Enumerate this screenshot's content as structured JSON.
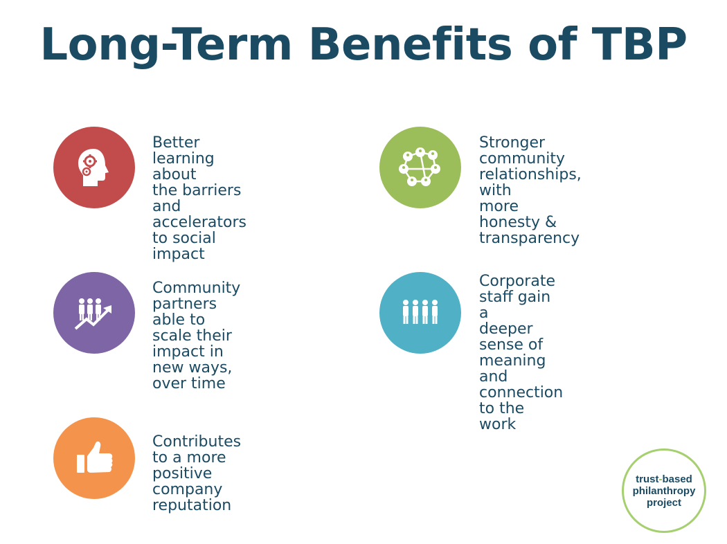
{
  "title": "Long-Term Benefits of TBP",
  "colors": {
    "title": "#1b4a63",
    "red": "#c24c4b",
    "green": "#9bbd5a",
    "purple": "#7e65a5",
    "blue": "#4fb0c6",
    "orange": "#f4934c",
    "logo_ring": "#a6cf6f"
  },
  "benefits": [
    {
      "icon": "head-gears-icon",
      "text": "Better learning about\nthe barriers and\naccelerators to social\nimpact"
    },
    {
      "icon": "network-people-icon",
      "text": "Stronger community\nrelationships, with\nmore honesty &\ntransparency"
    },
    {
      "icon": "people-growth-icon",
      "text": "Community partners\nable to scale their\nimpact in new ways,\nover time"
    },
    {
      "icon": "team-icon",
      "text": "Corporate staff gain a\ndeeper sense of\nmeaning and\nconnection to the\nwork"
    },
    {
      "icon": "thumbs-up-icon",
      "text": "Contributes to a more\npositive company\nreputation"
    }
  ],
  "logo": {
    "line1_a": "trust",
    "line1_sep": "-",
    "line1_b": "based",
    "line2": "philanthropy",
    "line3": "project"
  }
}
